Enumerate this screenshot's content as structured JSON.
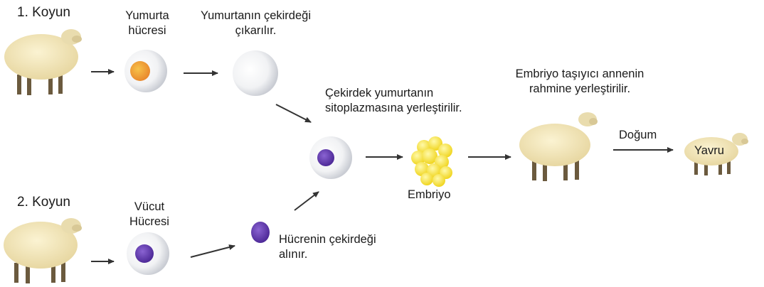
{
  "labels": {
    "sheep1": "1. Koyun",
    "sheep2": "2. Koyun",
    "egg_cell_line1": "Yumurta",
    "egg_cell_line2": "hücresi",
    "nucleus_removed_line1": "Yumurtanın çekirdeği",
    "nucleus_removed_line2": "çıkarılır.",
    "body_cell_line1": "Vücut",
    "body_cell_line2": "Hücresi",
    "nucleus_taken_line1": "Hücrenin çekirdeği",
    "nucleus_taken_line2": "alınır.",
    "nucleus_placed_line1": "Çekirdek yumurtanın",
    "nucleus_placed_line2": "sitoplazmasına yerleştirilir.",
    "embryo": "Embriyo",
    "embryo_placed_line1": "Embriyo taşıyıcı annenin",
    "embryo_placed_line2": "rahmine yerleştirilir.",
    "birth": "Doğum",
    "offspring": "Yavru"
  },
  "colors": {
    "wool": "#f3e7bd",
    "egg_nucleus": "#f2a63a",
    "body_nucleus": "#6a3fb4",
    "embryo": "#f7e247",
    "arrow": "#333333"
  }
}
